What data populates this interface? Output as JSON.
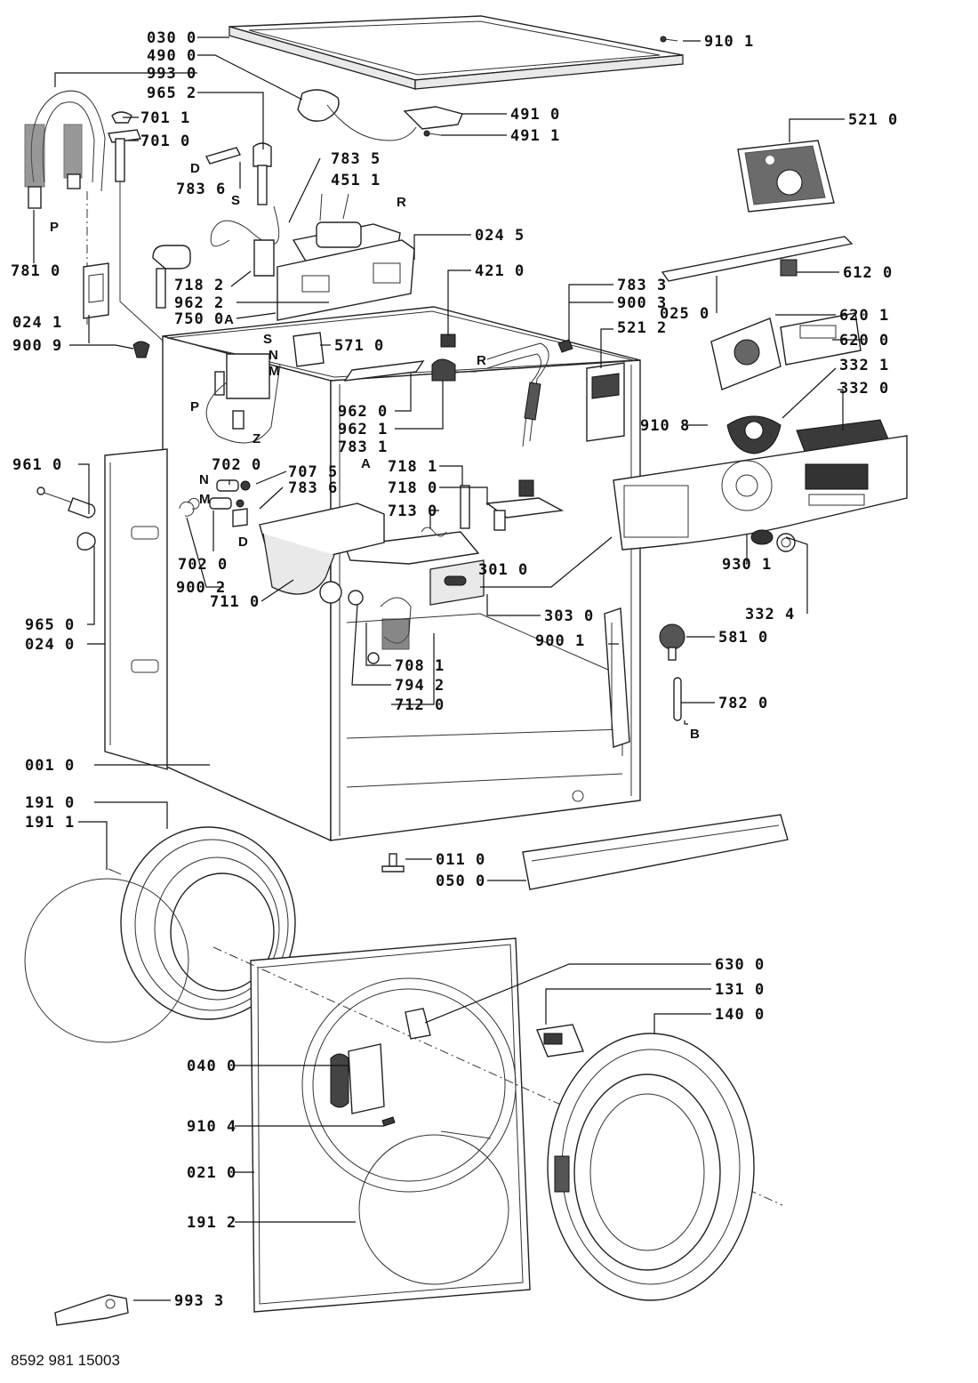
{
  "document_code": "8592 981 15003",
  "part_labels": [
    {
      "id": "l-0300",
      "text": "030 0"
    },
    {
      "id": "l-4900",
      "text": "490 0"
    },
    {
      "id": "l-9930",
      "text": "993 0"
    },
    {
      "id": "l-9652",
      "text": "965 2"
    },
    {
      "id": "l-7011",
      "text": "701 1"
    },
    {
      "id": "l-7010",
      "text": "701 0"
    },
    {
      "id": "l-9101",
      "text": "910 1"
    },
    {
      "id": "l-4910",
      "text": "491 0"
    },
    {
      "id": "l-4911",
      "text": "491 1"
    },
    {
      "id": "l-5210",
      "text": "521 0"
    },
    {
      "id": "l-7835",
      "text": "783 5"
    },
    {
      "id": "l-4511",
      "text": "451 1"
    },
    {
      "id": "l-7836a",
      "text": "783 6"
    },
    {
      "id": "l-0245",
      "text": "024 5"
    },
    {
      "id": "l-7810",
      "text": "781 0"
    },
    {
      "id": "l-7182",
      "text": "718 2"
    },
    {
      "id": "l-9622",
      "text": "962 2"
    },
    {
      "id": "l-7500",
      "text": "750 0"
    },
    {
      "id": "l-4210",
      "text": "421 0"
    },
    {
      "id": "l-7833",
      "text": "783 3"
    },
    {
      "id": "l-9003",
      "text": "900 3"
    },
    {
      "id": "l-5212",
      "text": "521 2"
    },
    {
      "id": "l-6120",
      "text": "612 0"
    },
    {
      "id": "l-0250",
      "text": "025 0"
    },
    {
      "id": "l-6201",
      "text": "620 1"
    },
    {
      "id": "l-6200",
      "text": "620 0"
    },
    {
      "id": "l-3321",
      "text": "332 1"
    },
    {
      "id": "l-3320",
      "text": "332 0"
    },
    {
      "id": "l-0241",
      "text": "024 1"
    },
    {
      "id": "l-9009",
      "text": "900 9"
    },
    {
      "id": "l-5710",
      "text": "571 0"
    },
    {
      "id": "l-9620",
      "text": "962 0"
    },
    {
      "id": "l-9621",
      "text": "962 1"
    },
    {
      "id": "l-7831",
      "text": "783 1"
    },
    {
      "id": "l-9108",
      "text": "910 8"
    },
    {
      "id": "l-9610",
      "text": "961 0"
    },
    {
      "id": "l-7020a",
      "text": "702 0"
    },
    {
      "id": "l-7075",
      "text": "707 5"
    },
    {
      "id": "l-7836b",
      "text": "783 6"
    },
    {
      "id": "l-7181",
      "text": "718 1"
    },
    {
      "id": "l-7180",
      "text": "718 0"
    },
    {
      "id": "l-7130",
      "text": "713 0"
    },
    {
      "id": "l-7020b",
      "text": "702 0"
    },
    {
      "id": "l-9002",
      "text": "900 2"
    },
    {
      "id": "l-7110",
      "text": "711 0"
    },
    {
      "id": "l-3010",
      "text": "301 0"
    },
    {
      "id": "l-9301",
      "text": "930 1"
    },
    {
      "id": "l-3324",
      "text": "332 4"
    },
    {
      "id": "l-3030",
      "text": "303 0"
    },
    {
      "id": "l-9001",
      "text": "900 1"
    },
    {
      "id": "l-5810",
      "text": "581 0"
    },
    {
      "id": "l-9650",
      "text": "965 0"
    },
    {
      "id": "l-0240",
      "text": "024 0"
    },
    {
      "id": "l-7081",
      "text": "708 1"
    },
    {
      "id": "l-7942",
      "text": "794 2"
    },
    {
      "id": "l-7120",
      "text": "712 0"
    },
    {
      "id": "l-7820",
      "text": "782 0"
    },
    {
      "id": "l-0010",
      "text": "001 0"
    },
    {
      "id": "l-1910",
      "text": "191 0"
    },
    {
      "id": "l-1911",
      "text": "191 1"
    },
    {
      "id": "l-0110",
      "text": "011 0"
    },
    {
      "id": "l-0500",
      "text": "050 0"
    },
    {
      "id": "l-6300",
      "text": "630 0"
    },
    {
      "id": "l-1310",
      "text": "131 0"
    },
    {
      "id": "l-1400",
      "text": "140 0"
    },
    {
      "id": "l-0400",
      "text": "040 0"
    },
    {
      "id": "l-9104",
      "text": "910 4"
    },
    {
      "id": "l-0210",
      "text": "021 0"
    },
    {
      "id": "l-1912",
      "text": "191 2"
    },
    {
      "id": "l-9933",
      "text": "993 3"
    }
  ],
  "connection_letters": [
    {
      "id": "c-p1",
      "text": "P"
    },
    {
      "id": "c-p2",
      "text": "P"
    },
    {
      "id": "c-d1",
      "text": "D"
    },
    {
      "id": "c-d2",
      "text": "D"
    },
    {
      "id": "c-s1",
      "text": "S"
    },
    {
      "id": "c-s2",
      "text": "S"
    },
    {
      "id": "c-r1",
      "text": "R"
    },
    {
      "id": "c-r2",
      "text": "R"
    },
    {
      "id": "c-a1",
      "text": "A"
    },
    {
      "id": "c-a2",
      "text": "A"
    },
    {
      "id": "c-n1",
      "text": "N"
    },
    {
      "id": "c-n2",
      "text": "N"
    },
    {
      "id": "c-m1",
      "text": "M"
    },
    {
      "id": "c-m2",
      "text": "M"
    },
    {
      "id": "c-z",
      "text": "Z"
    },
    {
      "id": "c-b",
      "text": "B"
    }
  ]
}
